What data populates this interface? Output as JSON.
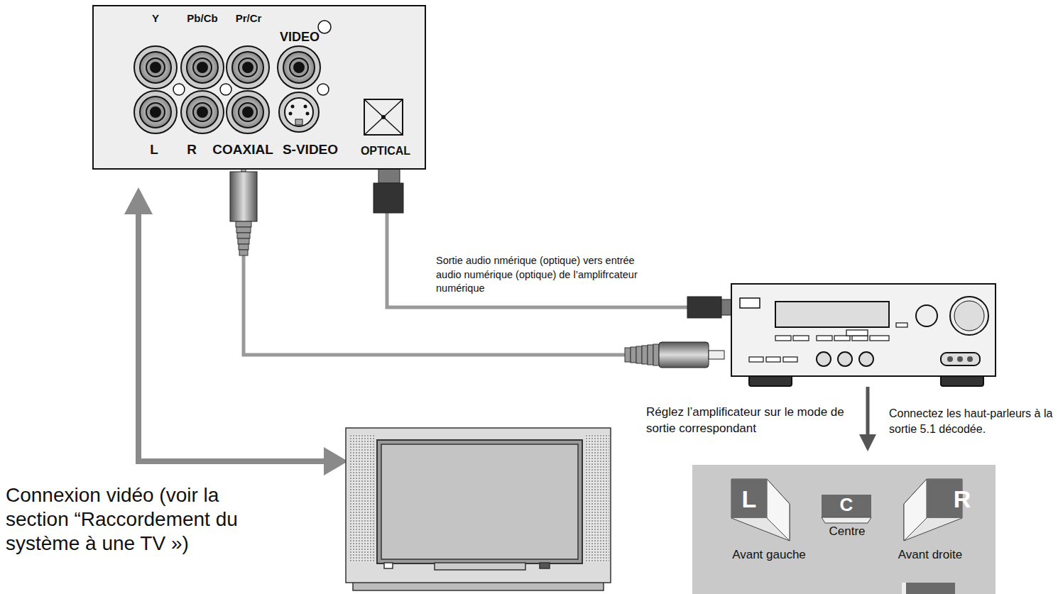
{
  "diagram": {
    "nodes": [
      {
        "text": [
          "Y",
          "Pb/Cb",
          "Pr/Cr",
          "VIDEO",
          "L",
          "R",
          "COAXIAL",
          "S-VIDEO",
          "OPTICAL"
        ]
      },
      {
        "text": [
          "L",
          "C",
          "R",
          "Centre",
          "Avant gauche",
          "Avant droite"
        ]
      }
    ],
    "labels": [
      "Sortie audio nmérique (optique) vers entrée audio numérique (optique) de l’amplifrcateur numérique",
      "Réglez l’amplificateur sur le mode de sortie correspondant",
      "Connectez les haut-parleurs à la sortie 5.1 décodée.",
      "Connexion vidéo (voir la section “Raccordement du système à une TV »)"
    ]
  }
}
